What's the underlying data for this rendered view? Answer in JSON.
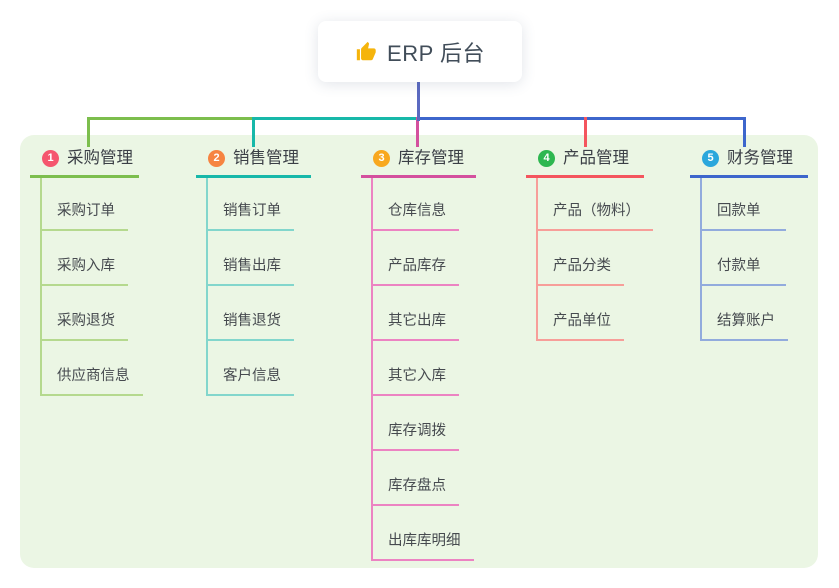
{
  "root": {
    "label": "ERP 后台",
    "icon": "thumbs-up"
  },
  "colors": {
    "root_line": "#5b6ac1",
    "panel_bg": "#ebf6e4",
    "card_bg": "#ffffff",
    "root_text": "#414d59",
    "thumb_icon": "#f5b40c"
  },
  "branches": [
    {
      "number": "1",
      "title": "采购管理",
      "badge_color": "#f5566e",
      "line_color": "#7cbe4d",
      "child_line_color": "#b5d98e",
      "children": [
        "采购订单",
        "采购入库",
        "采购退货",
        "供应商信息"
      ]
    },
    {
      "number": "2",
      "title": "销售管理",
      "badge_color": "#f68441",
      "line_color": "#17b8a9",
      "child_line_color": "#82d6cc",
      "children": [
        "销售订单",
        "销售出库",
        "销售退货",
        "客户信息"
      ]
    },
    {
      "number": "3",
      "title": "库存管理",
      "badge_color": "#f8a81f",
      "line_color": "#d4509e",
      "child_line_color": "#ec83c2",
      "children": [
        "仓库信息",
        "产品库存",
        "其它出库",
        "其它入库",
        "库存调拨",
        "库存盘点",
        "出库库明细"
      ]
    },
    {
      "number": "4",
      "title": "产品管理",
      "badge_color": "#2eb750",
      "line_color": "#f4555e",
      "child_line_color": "#f79e99",
      "children": [
        "产品（物料）",
        "产品分类",
        "产品单位"
      ]
    },
    {
      "number": "5",
      "title": "财务管理",
      "badge_color": "#2ba7dc",
      "line_color": "#3d66cc",
      "child_line_color": "#92abdd",
      "children": [
        "回款单",
        "付款单",
        "结算账户"
      ]
    }
  ]
}
